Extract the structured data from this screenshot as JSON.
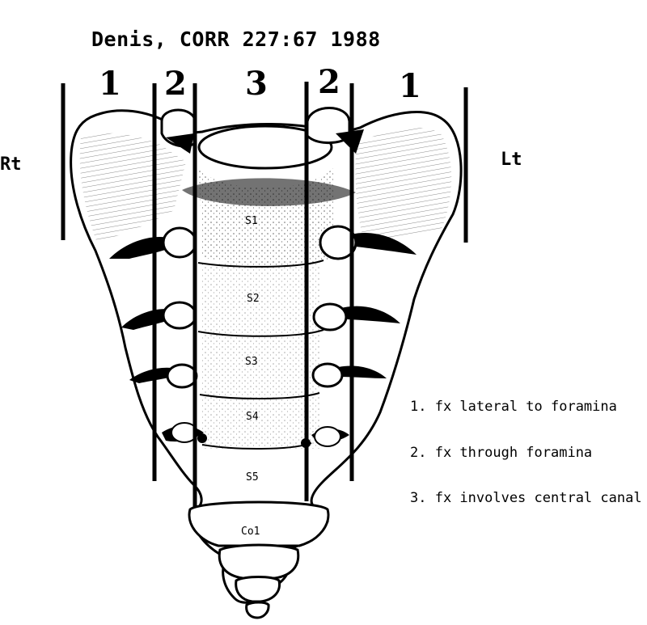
{
  "title": "Denis, CORR 227:67 1988",
  "side_labels": {
    "right": "Rt",
    "left": "Lt"
  },
  "zone_labels": [
    "1",
    "2",
    "3",
    "2",
    "1"
  ],
  "segment_labels": [
    "S1",
    "S2",
    "S3",
    "S4",
    "S5",
    "Co1"
  ],
  "legend": [
    "1. fx lateral to foramina",
    "2. fx through foramina",
    "3. fx involves central canal"
  ]
}
